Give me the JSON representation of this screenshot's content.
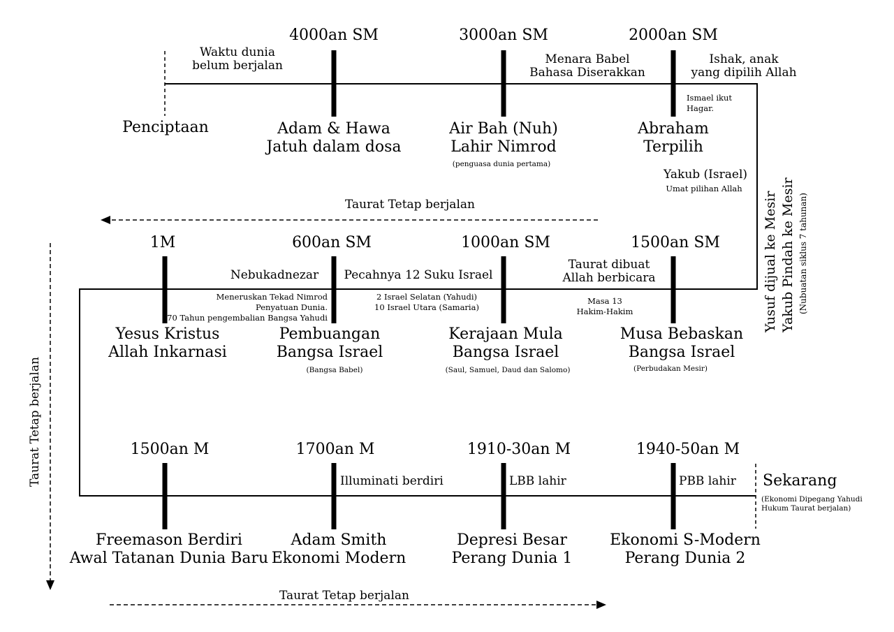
{
  "row1": {
    "eras": [
      "4000an SM",
      "3000an SM",
      "2000an SM"
    ],
    "start_note": [
      "Waktu dunia",
      "belum berjalan"
    ],
    "start_label": "Penciptaan",
    "events": [
      {
        "lines": [
          "Adam & Hawa",
          "Jatuh dalam dosa"
        ]
      },
      {
        "lines": [
          "Air Bah (Nuh)",
          "Lahir Nimrod"
        ],
        "sub": "(penguasa dunia pertama)"
      },
      {
        "lines": [
          "Abraham",
          "Terpilih"
        ]
      }
    ],
    "babel": [
      "Menara Babel",
      "Bahasa Diserakkan"
    ],
    "ishak": [
      "Ishak, anak",
      "yang dipilih Allah"
    ],
    "ismael": [
      "Ismael ikut",
      "Hagar."
    ],
    "yakub": "Yakub (Israel)",
    "yakub_sub": "Umat pilihan Allah"
  },
  "side": {
    "yusuf": "Yusuf dijual ke Mesir",
    "pindah": "Yakub Pindah ke Mesir",
    "nubuatan": "(Nubuatan siklus 7 tahunan)"
  },
  "arrow_top": "Taurat Tetap berjalan",
  "arrow_left": "Taurat Tetap berjalan",
  "arrow_bottom": "Taurat Tetap berjalan",
  "row2": {
    "eras": [
      "1M",
      "600an SM",
      "1000an SM",
      "1500an SM"
    ],
    "nebukadnezar": "Nebukadnezar",
    "nebu_notes": [
      "Meneruskan Tekad Nimrod",
      "Penyatuan Dunia.",
      "70 Tahun pengembalian Bangsa Yahudi"
    ],
    "pecahnya": "Pecahnya 12 Suku Israel",
    "split_notes": [
      "2 Israel Selatan (Yahudi)",
      "10 Israel Utara (Samaria)"
    ],
    "taurat": [
      "Taurat dibuat",
      "Allah berbicara"
    ],
    "masa": [
      "Masa 13",
      "Hakim-Hakim"
    ],
    "events": [
      {
        "lines": [
          "Yesus Kristus",
          "Allah Inkarnasi"
        ]
      },
      {
        "lines": [
          "Pembuangan",
          "Bangsa Israel"
        ],
        "sub": "(Bangsa Babel)"
      },
      {
        "lines": [
          "Kerajaan Mula",
          "Bangsa Israel"
        ],
        "sub": "(Saul, Samuel, Daud dan Salomo)"
      },
      {
        "lines": [
          "Musa Bebaskan",
          "Bangsa Israel"
        ],
        "sub": "(Perbudakan Mesir)"
      }
    ]
  },
  "row3": {
    "eras": [
      "1500an M",
      "1700an M",
      "1910-30an M",
      "1940-50an M"
    ],
    "marks": [
      "Illuminati berdiri",
      "LBB lahir",
      "PBB lahir"
    ],
    "sekarang": "Sekarang",
    "sekarang_notes": [
      "(Ekonomi Dipegang Yahudi",
      "Hukum Taurat berjalan)"
    ],
    "events": [
      {
        "lines": [
          "Freemason Berdiri",
          "Awal Tatanan Dunia Baru"
        ]
      },
      {
        "lines": [
          "Adam Smith",
          "Ekonomi Modern"
        ]
      },
      {
        "lines": [
          "Depresi Besar",
          "Perang Dunia 1"
        ]
      },
      {
        "lines": [
          "Ekonomi S-Modern",
          "Perang Dunia 2"
        ]
      }
    ]
  }
}
